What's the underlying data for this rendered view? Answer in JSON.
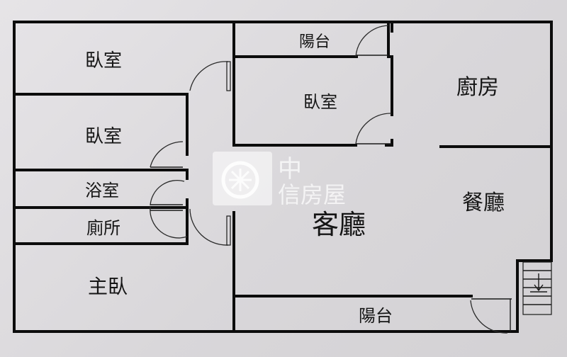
{
  "rooms": {
    "bedroom_top_left": "臥室",
    "bedroom_mid_left": "臥室",
    "bathroom": "浴室",
    "toilet": "廁所",
    "master_bedroom": "主臥",
    "balcony_top": "陽台",
    "bedroom_center": "臥室",
    "kitchen": "廚房",
    "dining": "餐廳",
    "living": "客廳",
    "balcony_bottom": "陽台"
  },
  "watermark": {
    "brand_line1": "中",
    "brand_line2": "信房屋"
  },
  "icons": {
    "logo": "building-seal-icon",
    "stairs": "stairs-down-arrow-icon"
  },
  "colors": {
    "background": "#dedcdf",
    "wall": "#0c0c0c",
    "watermark": "#ffffff"
  }
}
